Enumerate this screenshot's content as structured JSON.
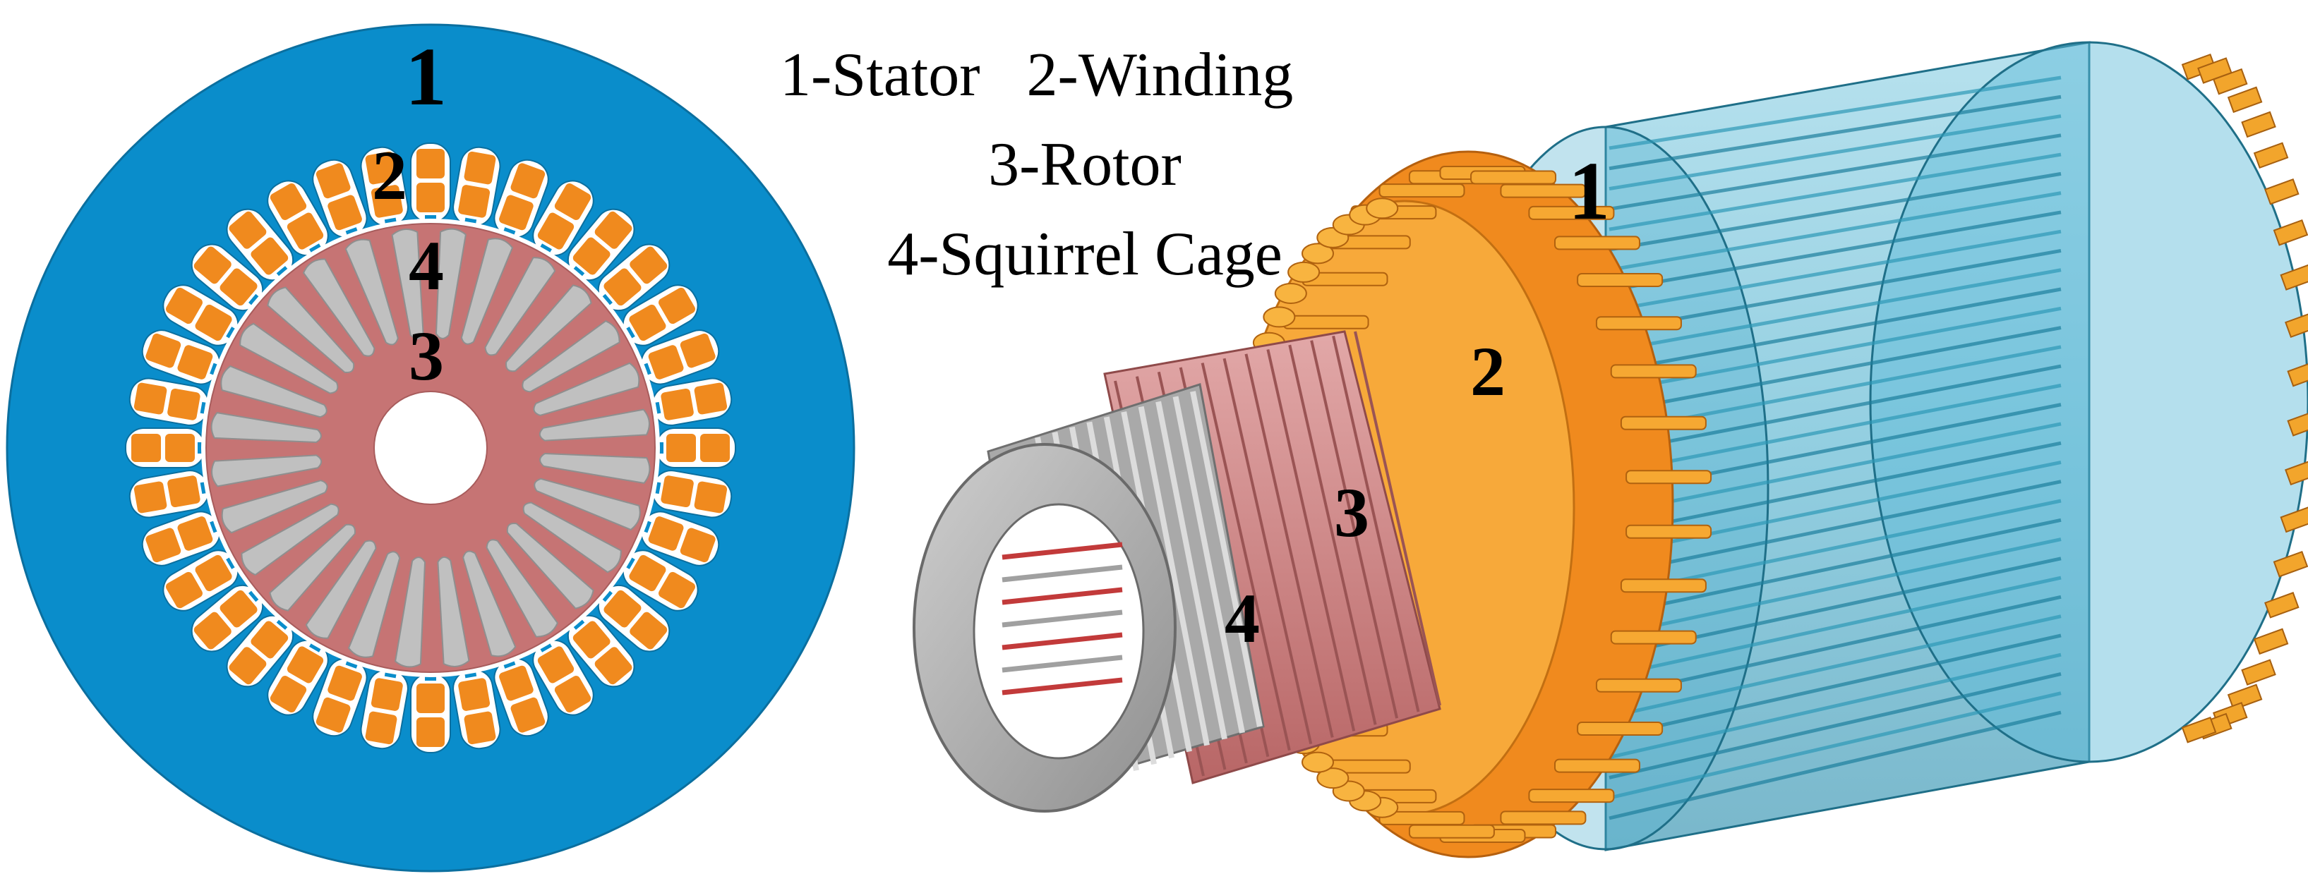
{
  "legend": {
    "line1": "1-Stator   2-Winding",
    "line2": "3-Rotor",
    "line3": "4-Squirrel Cage"
  },
  "cross_section": {
    "label_1": "1",
    "label_2": "2",
    "label_3": "3",
    "label_4": "4",
    "stator_slots": 36,
    "rotor_bars": 28
  },
  "isometric": {
    "label_1": "1",
    "label_2": "2",
    "label_3": "3",
    "label_4": "4"
  },
  "colors": {
    "stator": "#0a8dcb",
    "stator_dark": "#0b6f9f",
    "winding": "#f08a1e",
    "winding_light": "#f7b23a",
    "rotor": "#c67474",
    "rotor_light": "#d99a9a",
    "cage": "#b9b9b9",
    "cage_dark": "#8a8a8a",
    "transparent_stator": "#2ea6c9"
  }
}
